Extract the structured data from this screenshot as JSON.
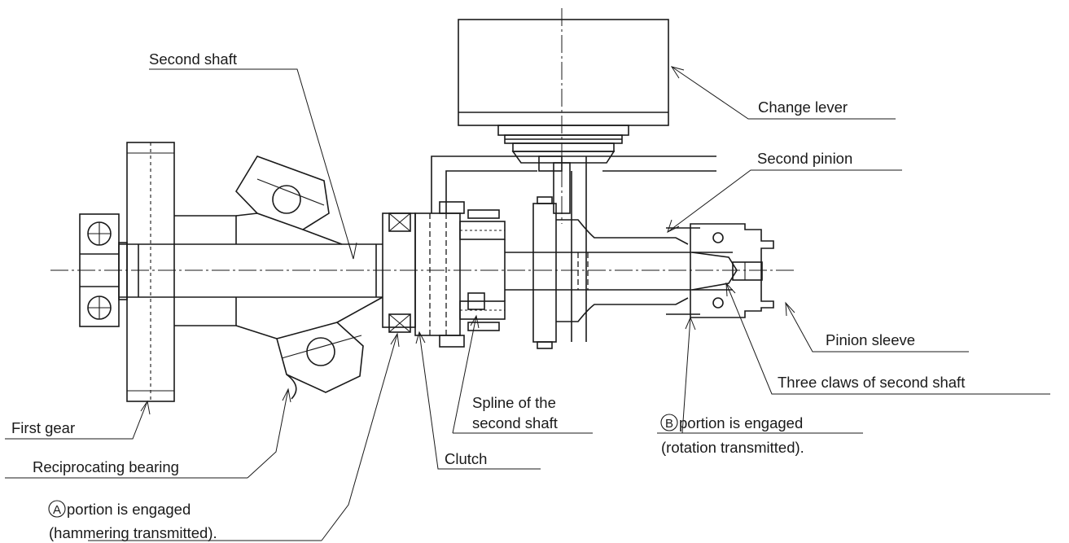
{
  "labels": {
    "second_shaft": "Second shaft",
    "change_lever": "Change lever",
    "second_pinion": "Second pinion",
    "pinion_sleeve": "Pinion sleeve",
    "three_claws": "Three claws of second shaft",
    "spline_line1": "Spline of the",
    "spline_line2": "second shaft",
    "b_marker": "B",
    "b_line1": " portion is engaged",
    "b_line2": "(rotation transmitted).",
    "clutch": "Clutch",
    "first_gear": "First gear",
    "reciprocating_bearing": "Reciprocating bearing",
    "a_marker": "A",
    "a_line1": " portion is engaged",
    "a_line2": "(hammering transmitted)."
  }
}
